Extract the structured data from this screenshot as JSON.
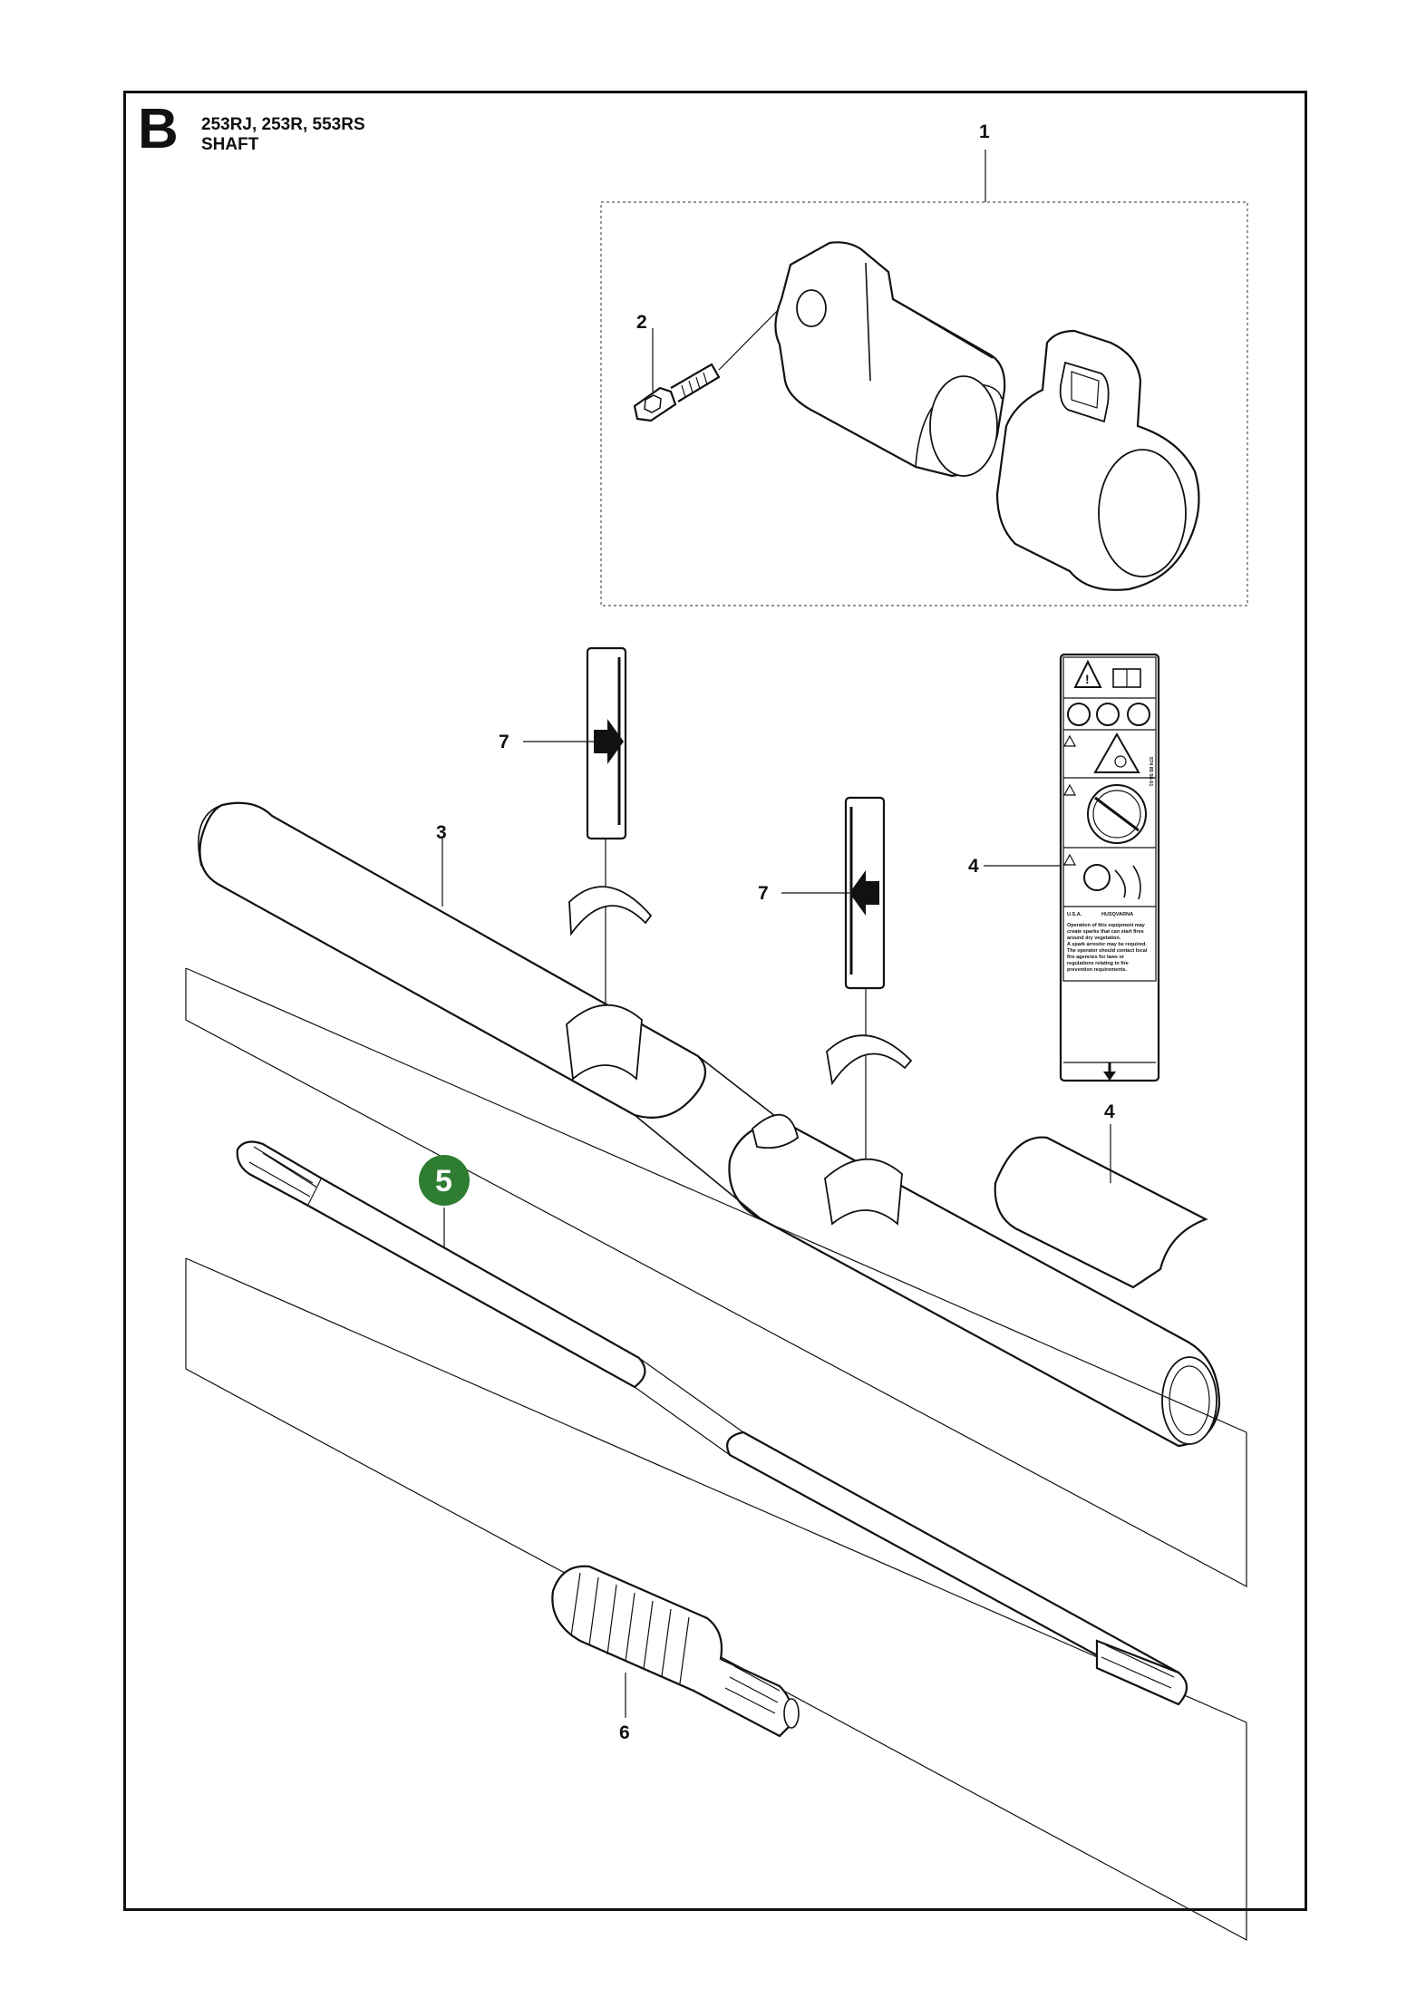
{
  "header": {
    "section_letter": "B",
    "models": "253RJ, 253R, 553RS",
    "title": "SHAFT"
  },
  "callouts": {
    "c1": "1",
    "c2": "2",
    "c3": "3",
    "c4a": "4",
    "c4b": "4",
    "c5": "5",
    "c6": "6",
    "c7a": "7",
    "c7b": "7"
  },
  "highlight": {
    "color": "#2e7d32",
    "text_color": "#ffffff"
  },
  "decal": {
    "warning_lines": [
      "Operation of this equipment may",
      "create sparks that can start fires",
      "around dry vegetation.",
      "A spark arrestor may be required.",
      "The operator should contact local",
      "fire agencies for laws or",
      "regulations relating to fire",
      "prevention requirements."
    ],
    "usa_label": "U.S.A.",
    "brand_label": "HUSQVARNA",
    "side_code": "574 85 58-01"
  }
}
